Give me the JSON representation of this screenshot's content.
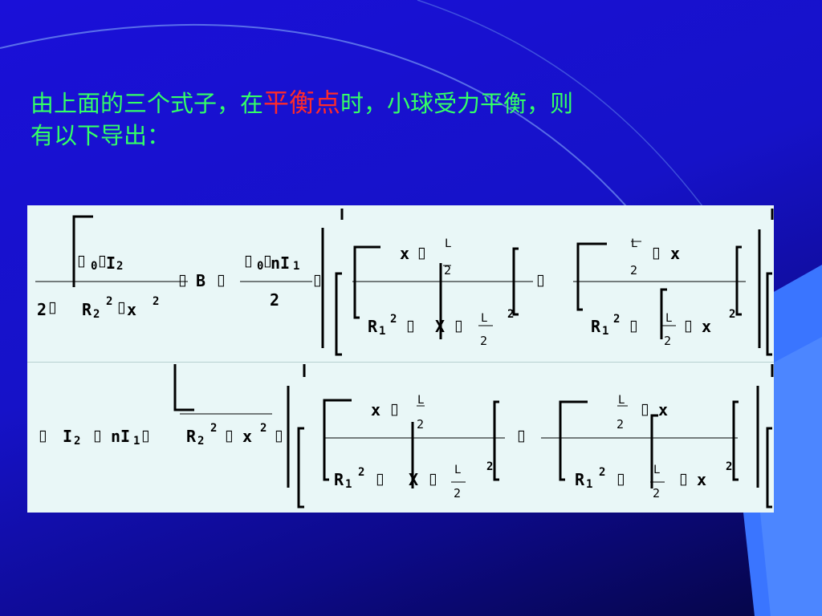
{
  "slide": {
    "heading_line1_before": "由上面的三个式子，在",
    "heading_highlight": "平衡点",
    "heading_line1_after": "时，小球受力平衡，则",
    "heading_line2": "有以下导出：",
    "colors": {
      "heading": "#33ff66",
      "highlight": "#ff2a2a",
      "panel": "#e9f7f7"
    }
  },
  "formula1": {
    "num_left": "I",
    "num_left_sub": "0",
    "num_left_sub2": "2",
    "den_left_a": "2",
    "den_left_b": "R",
    "den_left_sub": "2",
    "den_left_sq": "2",
    "den_left_x": "x",
    "den_left_x_sq": "2",
    "b_label": "B",
    "mid_num": "nI",
    "mid_num_sub0": "0",
    "mid_num_sub1": "1",
    "mid_den": "2",
    "t1_num_x": "x",
    "t1_L": "L",
    "t1_2": "2",
    "t1_R": "R",
    "t1_R_sub": "1",
    "t1_R_sq": "2",
    "t1_X": "X",
    "t1_sq": "2",
    "t2_num_x": "x",
    "t2_L": "L",
    "t2_2": "2",
    "t2_R": "R",
    "t2_R_sub": "1",
    "t2_R_sq": "2",
    "t2_x": "x",
    "t2_sq": "2"
  },
  "formula2": {
    "I": "I",
    "I_sub": "2",
    "nI": "nI",
    "nI_sub": "1",
    "R": "R",
    "R_sub": "2",
    "R_sq": "2",
    "x": "x",
    "x_sq": "2",
    "t1_num_x": "x",
    "t1_L": "L",
    "t1_2": "2",
    "t1_R": "R",
    "t1_R_sub": "1",
    "t1_R_sq": "2",
    "t1_X": "X",
    "t1_sq": "2",
    "t2_num_x": "x",
    "t2_L": "L",
    "t2_2": "2",
    "t2_R": "R",
    "t2_R_sub": "1",
    "t2_R_sq": "2",
    "t2_x": "x",
    "t2_sq": "2"
  },
  "missing_glyph": "▯"
}
